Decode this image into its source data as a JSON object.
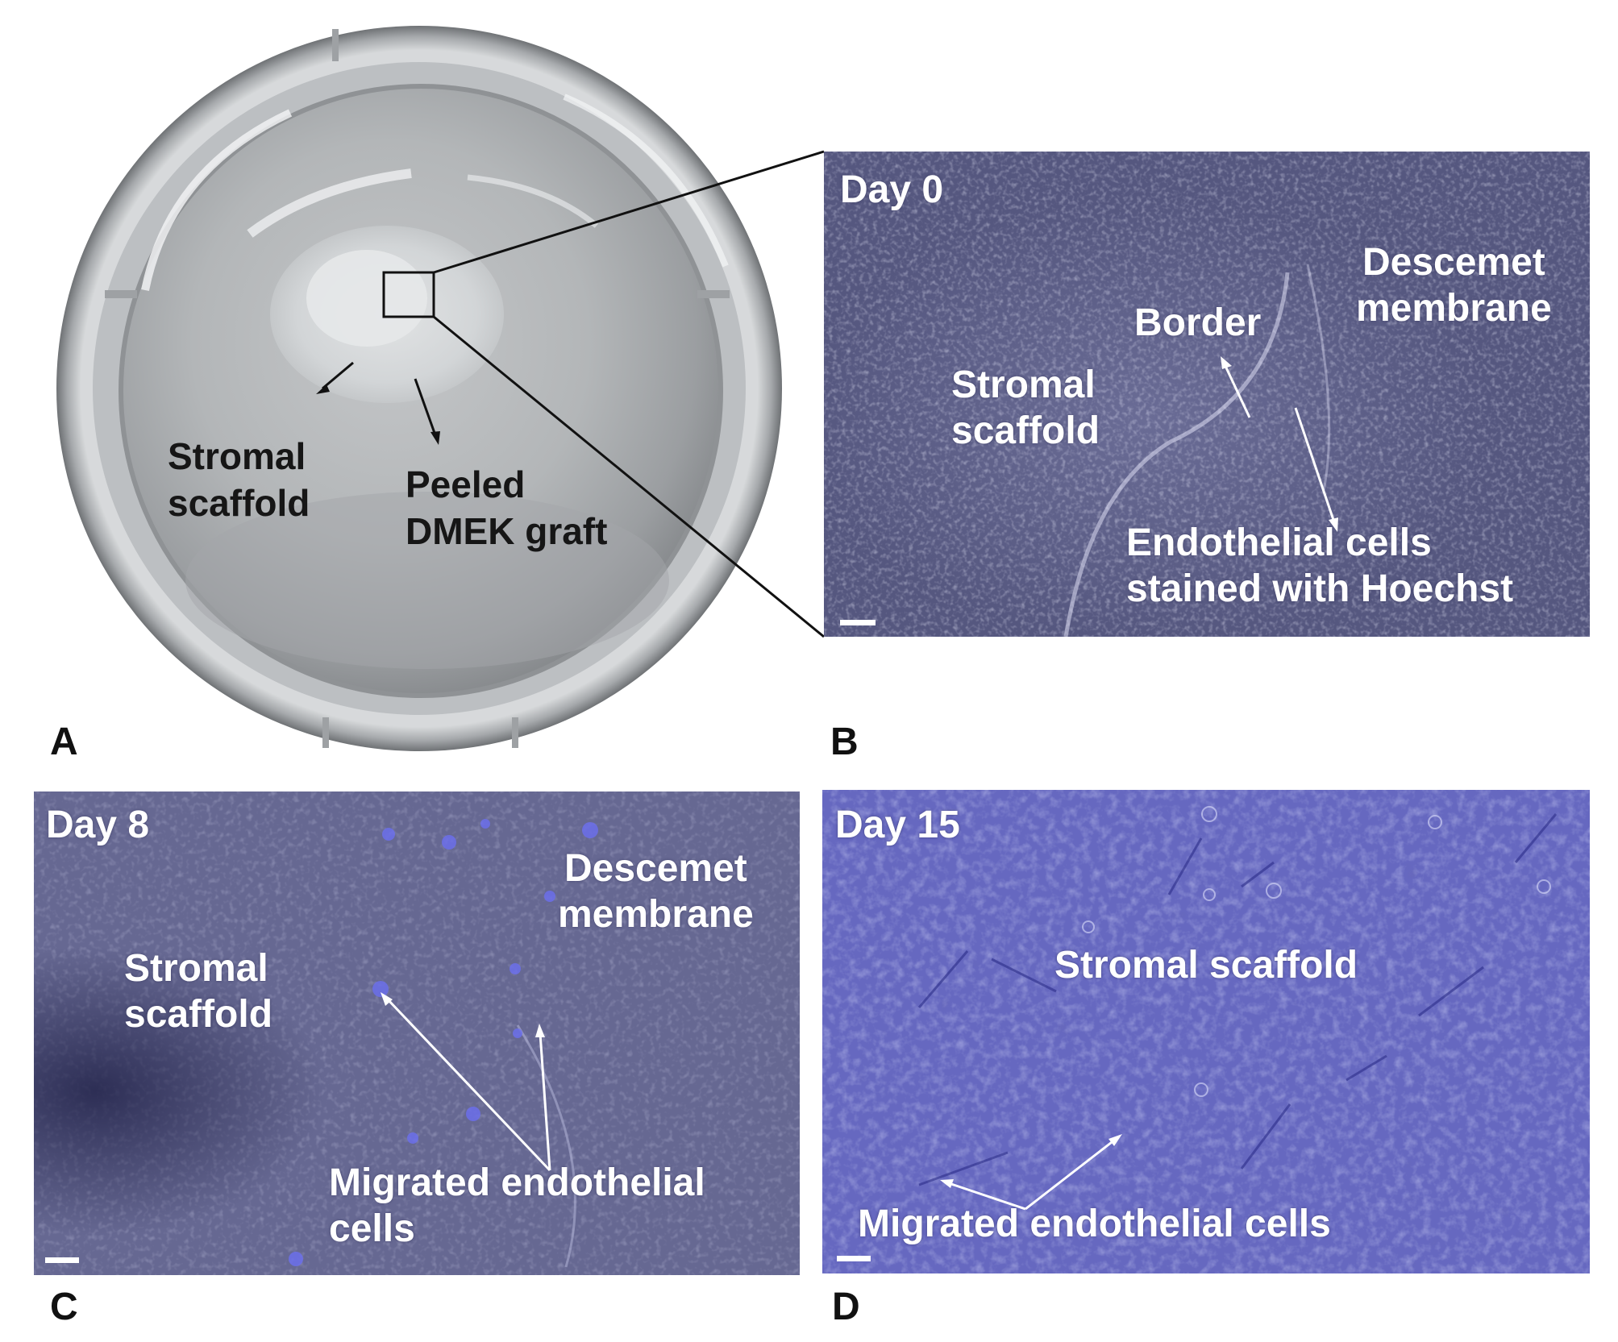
{
  "panels": {
    "a": {
      "letter": "A",
      "labels": {
        "stromal_line1": "Stromal",
        "stromal_line2": "scaffold",
        "peeled_line1": "Peeled",
        "peeled_line2": "DMEK graft"
      }
    },
    "b": {
      "letter": "B",
      "day": "Day 0",
      "labels": {
        "descemet_line1": "Descemet",
        "descemet_line2": "membrane",
        "border": "Border",
        "stromal_line1": "Stromal",
        "stromal_line2": "scaffold",
        "endo_line1": "Endothelial cells",
        "endo_line2": "stained with Hoechst"
      }
    },
    "c": {
      "letter": "C",
      "day": "Day 8",
      "labels": {
        "descemet_line1": "Descemet",
        "descemet_line2": "membrane",
        "stromal_line1": "Stromal",
        "stromal_line2": "scaffold",
        "migrated_line1": "Migrated endothelial",
        "migrated_line2": "cells"
      }
    },
    "d": {
      "letter": "D",
      "day": "Day 15",
      "labels": {
        "stromal": "Stromal scaffold",
        "migrated": "Migrated endothelial cells"
      }
    }
  },
  "colors": {
    "micro_base": "#5d5f8f",
    "micro_light": "#8e90c0",
    "micro_dark": "#3a3b66",
    "day15_base": "#5a5cb4",
    "dish_silver": "#cfd2d4"
  }
}
